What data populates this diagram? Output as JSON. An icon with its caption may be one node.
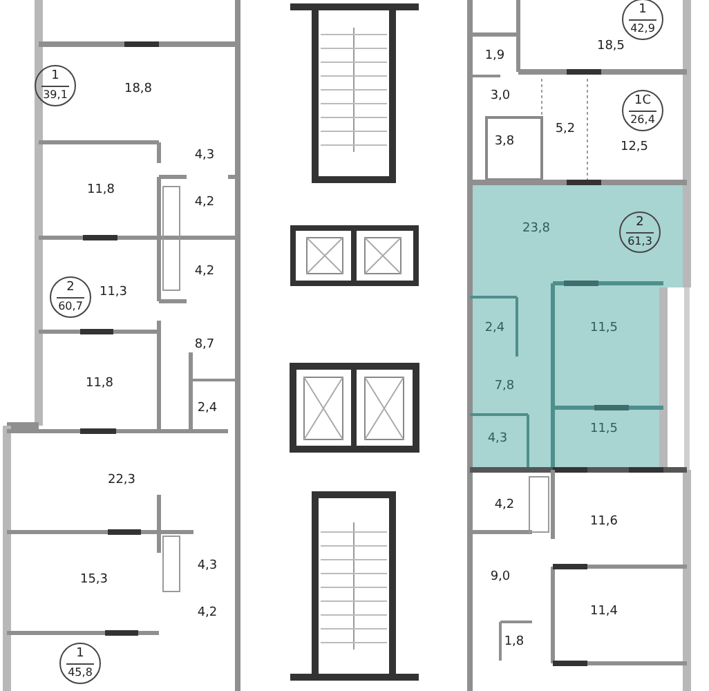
{
  "diagram": {
    "nodes": [
      {
        "text": [
          "1",
          "39,1"
        ]
      },
      {
        "text": [
          "2",
          "60,7"
        ]
      },
      {
        "text": [
          "1",
          "45,8"
        ]
      },
      {
        "text": [
          "1",
          "42,9"
        ]
      },
      {
        "text": [
          "1С",
          "26,4"
        ]
      },
      {
        "text": [
          "2",
          "61,3"
        ]
      }
    ],
    "labels": [
      "18,8",
      "4,3",
      "11,8",
      "4,2",
      "4,2",
      "11,3",
      "8,7",
      "11,8",
      "2,4",
      "22,3",
      "4,3",
      "15,3",
      "4,2",
      "18,5",
      "1,9",
      "3,0",
      "5,2",
      "3,8",
      "12,5",
      "23,8",
      "2,4",
      "11,5",
      "7,8",
      "4,3",
      "11,5",
      "4,2",
      "11,6",
      "9,0",
      "11,4",
      "1,8"
    ]
  }
}
